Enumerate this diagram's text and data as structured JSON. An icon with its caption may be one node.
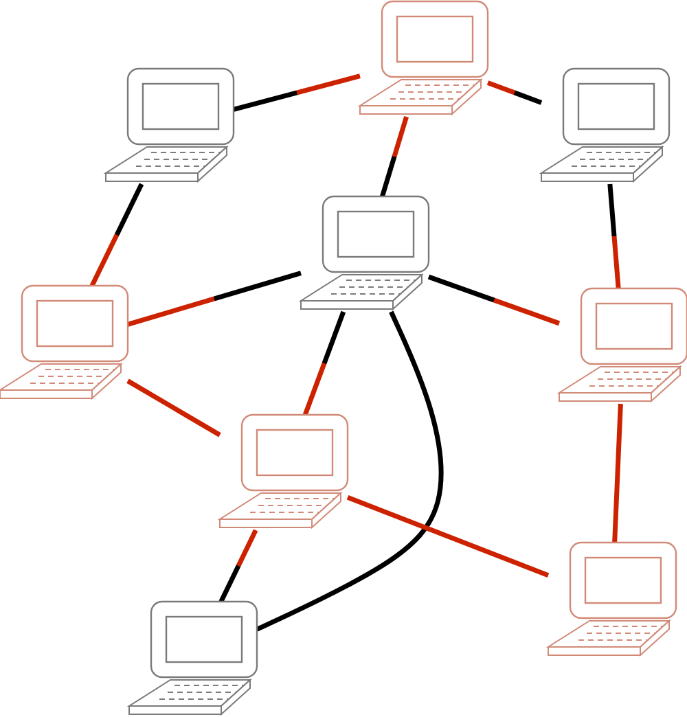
{
  "diagram": {
    "nodes": [
      {
        "text": [],
        "shape": "laptop"
      },
      {
        "text": [],
        "shape": "laptop"
      },
      {
        "text": [],
        "shape": "laptop"
      },
      {
        "text": [],
        "shape": "laptop"
      },
      {
        "text": [],
        "shape": "laptop"
      },
      {
        "text": [],
        "shape": "laptop"
      },
      {
        "text": [],
        "shape": "laptop"
      },
      {
        "text": [],
        "shape": "laptop"
      },
      {
        "text": [],
        "shape": "laptop"
      }
    ],
    "edges": [
      {
        "from": 1,
        "to": 0,
        "arrow": "none"
      },
      {
        "from": 0,
        "to": 2,
        "arrow": "none"
      },
      {
        "from": 0,
        "to": 3,
        "arrow": "none"
      },
      {
        "from": 1,
        "to": 4,
        "arrow": "none"
      },
      {
        "from": 2,
        "to": 5,
        "arrow": "none"
      },
      {
        "from": 3,
        "to": 4,
        "arrow": "none"
      },
      {
        "from": 3,
        "to": 5,
        "arrow": "none"
      },
      {
        "from": 3,
        "to": 6,
        "arrow": "none"
      },
      {
        "from": 3,
        "to": 8,
        "arrow": "none",
        "color": "#000000"
      },
      {
        "from": 4,
        "to": 6,
        "arrow": "none",
        "color": "#cc2200"
      },
      {
        "from": 5,
        "to": 7,
        "arrow": "none",
        "color": "#cc2200"
      },
      {
        "from": 6,
        "to": 7,
        "arrow": "none",
        "color": "#cc2200"
      },
      {
        "from": 6,
        "to": 8,
        "arrow": "none"
      }
    ]
  }
}
